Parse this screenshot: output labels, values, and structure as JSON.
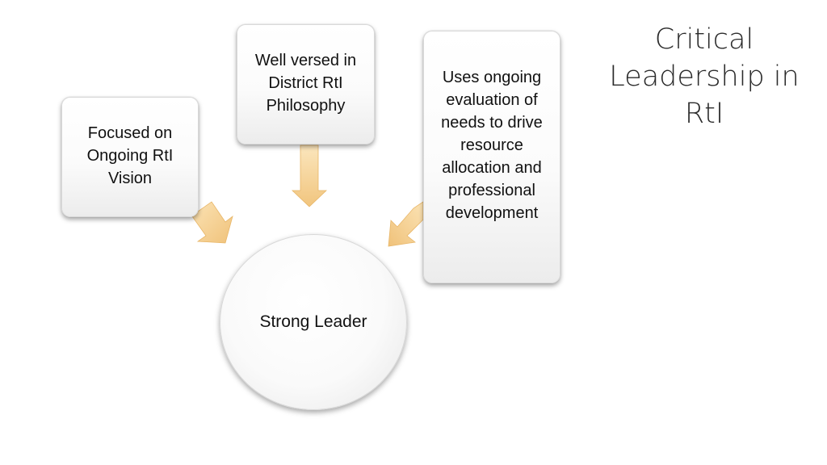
{
  "slide": {
    "title": "Critical\nLeadership in\nRtI"
  },
  "diagram": {
    "center": {
      "label": "Strong Leader"
    },
    "boxes": [
      {
        "label": "Focused on Ongoing RtI Vision"
      },
      {
        "label": "Well versed in District RtI Philosophy"
      },
      {
        "label": "Uses ongoing evaluation of needs to drive resource allocation and professional development"
      }
    ]
  },
  "colors": {
    "arrow_fill": "#f7cf88",
    "arrow_shade": "#e9b464",
    "box_border": "#d9d9d9",
    "text": "#111111"
  }
}
